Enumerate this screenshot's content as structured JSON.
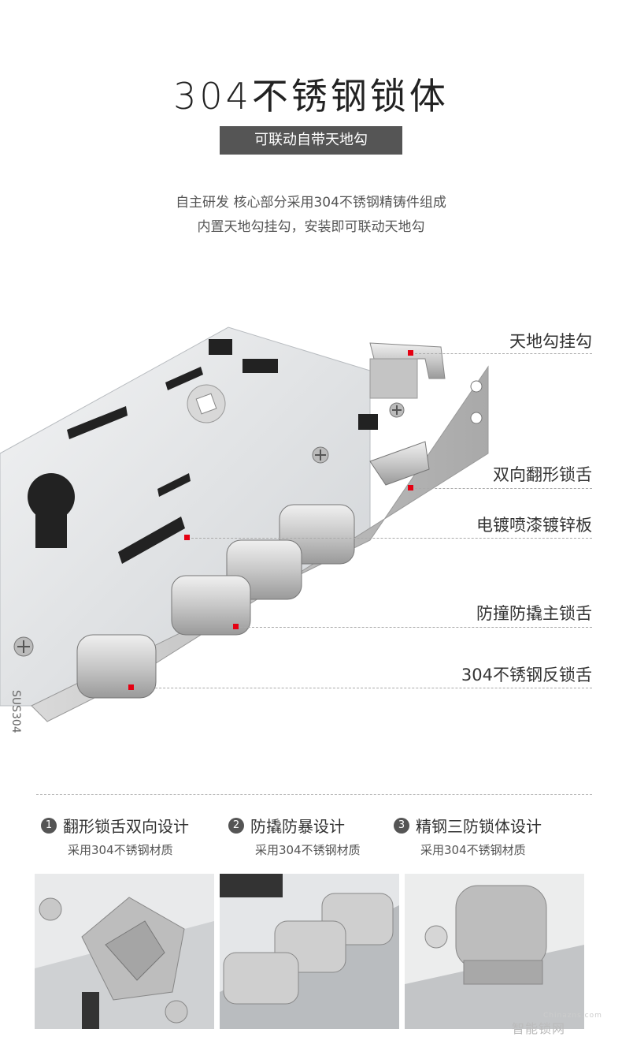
{
  "header": {
    "title": "304不锈钢锁体",
    "badge": "可联动自带天地勾",
    "desc_line1": "自主研发 核心部分采用304不锈钢精铸件组成",
    "desc_line2": "内置天地勾挂勾，安装即可联动天地勾"
  },
  "product": {
    "engraving": "SUS304"
  },
  "callouts": [
    {
      "label": "天地勾挂勾"
    },
    {
      "label": "双向翻形锁舌"
    },
    {
      "label": "电镀喷漆镀锌板"
    },
    {
      "label": "防撞防撬主锁舌"
    },
    {
      "label": "304不锈钢反锁舌"
    }
  ],
  "features": [
    {
      "num": "1",
      "title": "翻形锁舌双向设计",
      "sub": "采用304不锈钢材质"
    },
    {
      "num": "2",
      "title": "防撬防暴设计",
      "sub": "采用304不锈钢材质"
    },
    {
      "num": "3",
      "title": "精钢三防锁体设计",
      "sub": "采用304不锈钢材质"
    }
  ],
  "watermark": {
    "small": "Chinazns.com",
    "text": "智能锁网"
  },
  "colors": {
    "accent": "#e50012",
    "badge_bg": "#555555"
  }
}
